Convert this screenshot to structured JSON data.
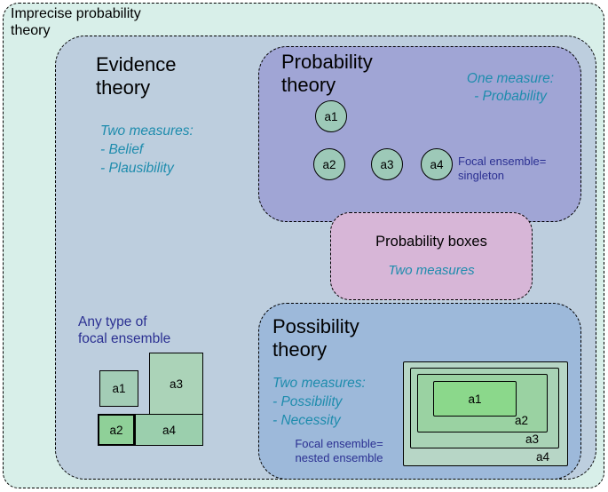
{
  "outer": {
    "title": "Imprecise probability\ntheory"
  },
  "evidence_theory": {
    "title": "Evidence\ntheory",
    "measures": "Two measures:\n- Belief\n- Plausibility",
    "focal_note": "Any type of\nfocal ensemble",
    "elements": [
      "a1",
      "a2",
      "a3",
      "a4"
    ]
  },
  "probability_theory": {
    "title": "Probability\ntheory",
    "measures": "One measure:\n- Probability",
    "focal_note": "Focal ensemble=\nsingleton",
    "elements": [
      "a1",
      "a2",
      "a3",
      "a4"
    ]
  },
  "probability_boxes": {
    "title": "Probability boxes",
    "measures": "Two measures"
  },
  "possibility_theory": {
    "title": "Possibility\ntheory",
    "measures": "Two measures:\n- Possibility\n- Necessity",
    "focal_note": "Focal ensemble=\nnested ensemble",
    "elements": [
      "a1",
      "a2",
      "a3",
      "a4"
    ]
  },
  "colors": {
    "outer_bg": "#d8efe9",
    "evidence_bg": "#bdcede",
    "probability_bg": "#a0a5d5",
    "probability_boxes_bg": "#d7b6d7",
    "possibility_bg": "#9db9da",
    "element_fill": "#9dc9b8",
    "nested_innermost": "#8bd88b",
    "accent_teal": "#1e8cad",
    "accent_navy": "#2b3092",
    "border": "#000000"
  }
}
